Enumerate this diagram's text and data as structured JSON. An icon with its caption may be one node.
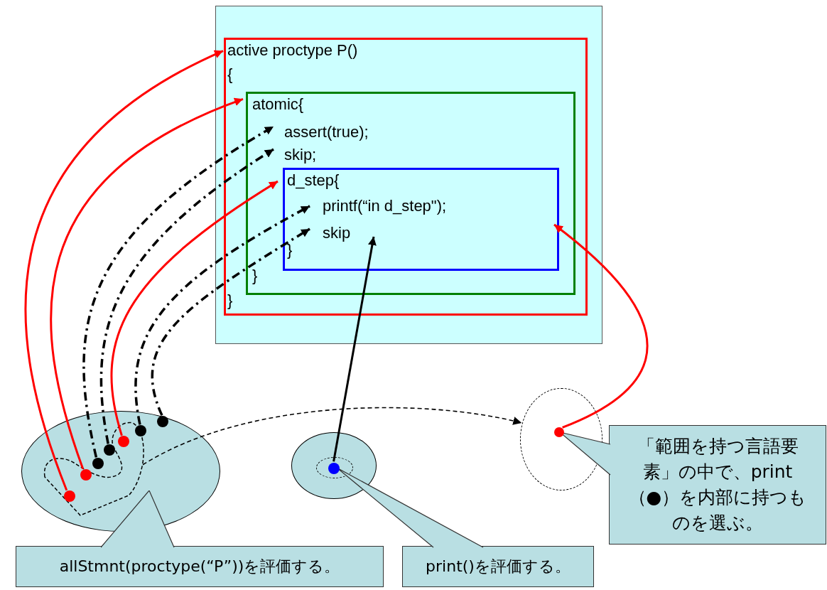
{
  "diagram": {
    "nodes": [
      {
        "text": [],
        "shape": "box"
      },
      {
        "text": [
          "active proctype P()",
          "{",
          "}"
        ],
        "in": 0
      },
      {
        "text": [
          "atomic{",
          "}"
        ],
        "in": 1
      },
      {
        "text": [
          "assert(true);"
        ],
        "in": 2
      },
      {
        "text": [
          "skip;"
        ],
        "in": 2
      },
      {
        "text": [
          "d_step{",
          "}"
        ],
        "in": 2
      },
      {
        "text": [
          "printf(“in d_step\");"
        ],
        "in": 5
      },
      {
        "text": [
          "skip"
        ],
        "in": 5
      },
      {
        "text": [],
        "shape": "ellipse"
      },
      {
        "text": [],
        "shape": "blob",
        "in": 8
      },
      {
        "text": [],
        "shape": "circle",
        "in": 9
      },
      {
        "text": [],
        "shape": "circle",
        "in": 9
      },
      {
        "text": [],
        "shape": "circle",
        "in": 8
      },
      {
        "text": [],
        "shape": "circle",
        "in": 8
      },
      {
        "text": [],
        "shape": "circle",
        "in": 9
      },
      {
        "text": [],
        "shape": "circle",
        "in": 8
      },
      {
        "text": [],
        "shape": "circle",
        "in": 8
      },
      {
        "text": [],
        "shape": "ellipse"
      },
      {
        "text": [],
        "shape": "ellipse",
        "in": 17
      },
      {
        "text": [],
        "shape": "circle",
        "in": 18
      },
      {
        "text": [],
        "shape": "ellipse"
      },
      {
        "text": [],
        "shape": "circle",
        "in": 20
      },
      {
        "text": [
          "allStmnt(proctype(“P”))を評価する。"
        ]
      },
      {
        "text": [
          "print()を評価する。"
        ]
      },
      {
        "text": [
          "「範囲を持つ言語要素」の中で、print（●）を内部に持つものを選ぶ。"
        ]
      }
    ],
    "edges": [
      {
        "from": 10,
        "to": 1,
        "arrow": "to",
        "color": "#ff0000"
      },
      {
        "from": 11,
        "to": 2,
        "arrow": "to",
        "color": "#ff0000"
      },
      {
        "from": 12,
        "to": 3,
        "arrow": "to",
        "style": "dashed"
      },
      {
        "from": 13,
        "to": 4,
        "arrow": "to",
        "style": "dashed"
      },
      {
        "from": 14,
        "to": 5,
        "arrow": "to",
        "color": "#ff0000"
      },
      {
        "from": 15,
        "to": 6,
        "arrow": "to",
        "style": "dashed"
      },
      {
        "from": 16,
        "to": 7,
        "arrow": "to",
        "style": "dashed"
      },
      {
        "from": 19,
        "to": 7,
        "arrow": "to"
      },
      {
        "from": 21,
        "to": 5,
        "arrow": "to",
        "color": "#ff0000"
      },
      {
        "from": 9,
        "to": 20,
        "arrow": "to",
        "style": "dashed"
      }
    ]
  }
}
